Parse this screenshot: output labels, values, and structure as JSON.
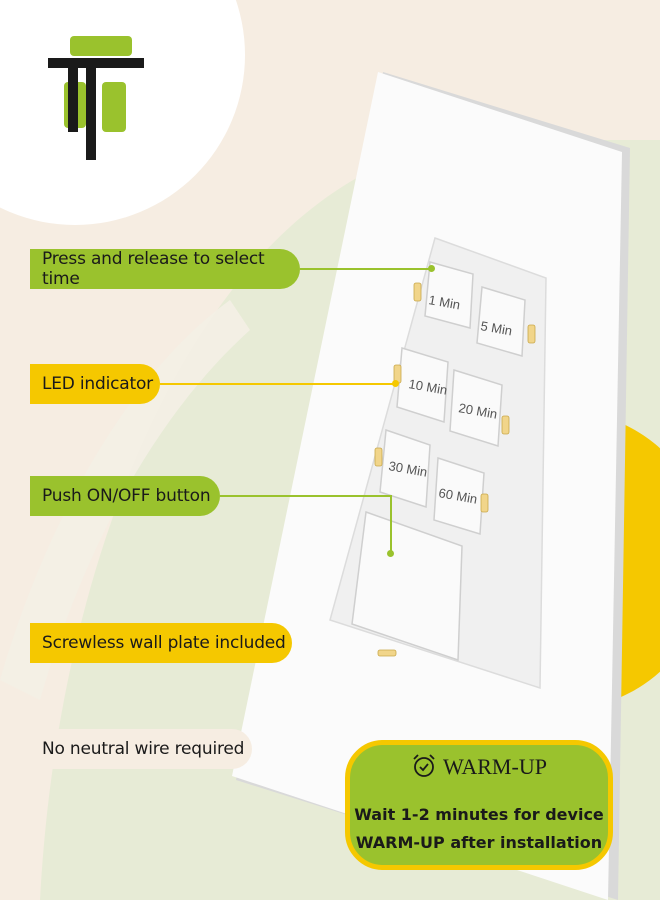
{
  "brand": {
    "logo_text": "TT"
  },
  "features": [
    {
      "label": "Press and release to select time"
    },
    {
      "label": "LED indicator"
    },
    {
      "label": "Push ON/OFF button"
    },
    {
      "label": "Screwless wall plate included"
    },
    {
      "label": "No neutral wire required"
    }
  ],
  "keypad": {
    "keys": [
      "1 Min",
      "5 Min",
      "10 Min",
      "20 Min",
      "30 Min",
      "60 Min"
    ]
  },
  "warmup": {
    "title": "WARM-UP",
    "line1": "Wait 1-2 minutes for device",
    "line2": "WARM-UP after installation"
  },
  "colors": {
    "green": "#9ac22d",
    "yellow": "#f5c800",
    "cream": "#f6ede2",
    "dark": "#1a1a1a"
  }
}
